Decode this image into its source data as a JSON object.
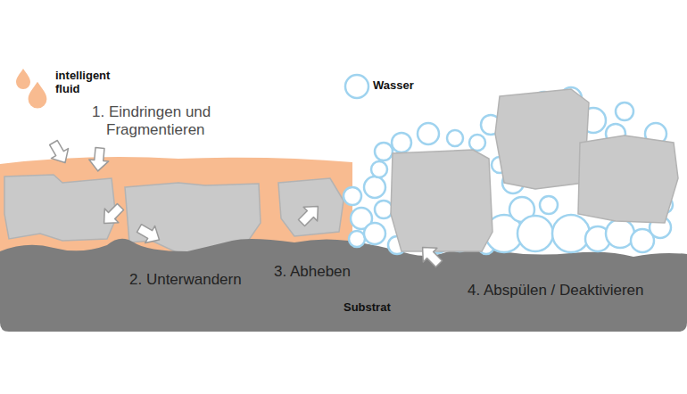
{
  "diagram": {
    "labels": [
      "1. Eindringen und Fragmentieren",
      "2. Unterwandern",
      "3. Abheben",
      "4. Abspülen / Deaktivieren",
      "Substrat"
    ],
    "legend": [
      {
        "text": "intelligent fluid",
        "color": "#f8bb90"
      },
      {
        "text": "Wasser"
      }
    ]
  }
}
